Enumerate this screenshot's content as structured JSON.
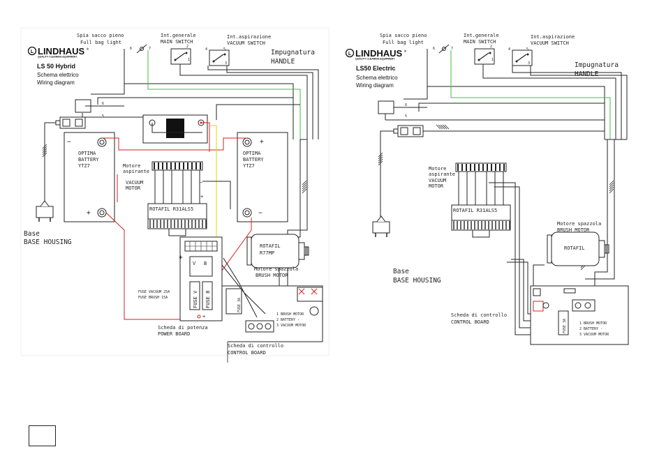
{
  "colors": {
    "wire": "#222222",
    "red": "#d62020",
    "green": "#3cc23c",
    "yellow": "#e8d000"
  },
  "brand": {
    "name": "LINDHAUS",
    "registered": "®",
    "tagline": "QUALITY CLEANING EQUIPMENT"
  },
  "diagram_left": {
    "model": "LS 50 Hybrid",
    "subtitle_it": "Schema elettrico",
    "subtitle_en": "Wiring diagram",
    "bag_light_it": "Spia sacco pieno",
    "bag_light_en": "Full bag light",
    "main_switch_it": "Int.generale",
    "main_switch_en": "MAIN SWITCH",
    "vacuum_switch_it": "Int.aspirazione",
    "vacuum_switch_en": "VACUUM SWITCH",
    "handle_it": "Impugnatura",
    "handle_en": "HANDLE",
    "battery_name": "OPTIMA",
    "battery_word": "BATTERY",
    "battery_model": "YTZ7",
    "vac_motor_it_1": "Motore",
    "vac_motor_it_2": "aspirante",
    "vac_motor_en_1": "VACUUM",
    "vac_motor_en_2": "MOTOR",
    "vac_motor_model": "ROTAFIL R31ALS5",
    "brush_motor_brand": "ROTAFIL",
    "brush_motor_model": "R77MP",
    "brush_motor_it": "Motore spazzola",
    "brush_motor_en": "BRUSH MOTOR",
    "base_it": "Base",
    "base_en": "BASE HOUSING",
    "fuse_vacuum": "FUSE VACUUM 25A",
    "fuse_brush": "FUSE BRUSH 15A",
    "fuse_v_label": "FUSE V",
    "fuse_b_label": "FUSE B",
    "fuse_board": "FUSE 3A",
    "power_board_it": "Scheda di potenza",
    "power_board_en": "POWER BOARD",
    "control_board_it": "Scheda di controllo",
    "control_board_en": "CONTROL BOARD",
    "legend_1": "1 BRUSH MOTOR",
    "legend_2": "2 BATTERY -",
    "legend_3": "3 VACUUM MOTOR",
    "pin_6": "6",
    "pin_7": "7",
    "pin_2": "2",
    "pin_1": "1",
    "pin_4": "4",
    "pin_5": "5",
    "pin_3": "3",
    "plus": "+",
    "minus": "−",
    "v": "V",
    "b": "B"
  },
  "diagram_right": {
    "model": "LS50 Electric",
    "subtitle_it": "Schema elettrico",
    "subtitle_en": "Wiring diagram",
    "bag_light_it": "Spia sacco pieno",
    "bag_light_en": "Full bag light",
    "main_switch_it": "Int.generale",
    "main_switch_en": "MAIN SWITCH",
    "vacuum_switch_it": "Int.aspirazione",
    "vacuum_switch_en": "VACUUM SWITCH",
    "handle_it": "Impugnatura",
    "handle_en": "HANDLE",
    "vac_motor_it_1": "Motore",
    "vac_motor_it_2": "aspirante",
    "vac_motor_en_1": "VACUUM",
    "vac_motor_en_2": "MOTOR",
    "vac_motor_model": "ROTAFIL R31ALS5",
    "brush_motor_it": "Motore spazzola",
    "brush_motor_en": "BRUSH MOTOR",
    "brush_motor_brand": "ROTAFIL",
    "base_it": "Base",
    "base_en": "BASE HOUSING",
    "control_board_it": "Scheda di controllo",
    "control_board_en": "CONTROL BOARD",
    "fuse_board": "FUSE 3A",
    "legend_1": "1 BRUSH MOTOR",
    "legend_2": "2 BATTERY -",
    "legend_3": "3 VACUUM MOTOR",
    "pin_6": "6",
    "pin_7": "7",
    "pin_2": "2",
    "pin_1": "1",
    "pin_4": "4",
    "pin_5": "5",
    "pin_3": "3"
  }
}
